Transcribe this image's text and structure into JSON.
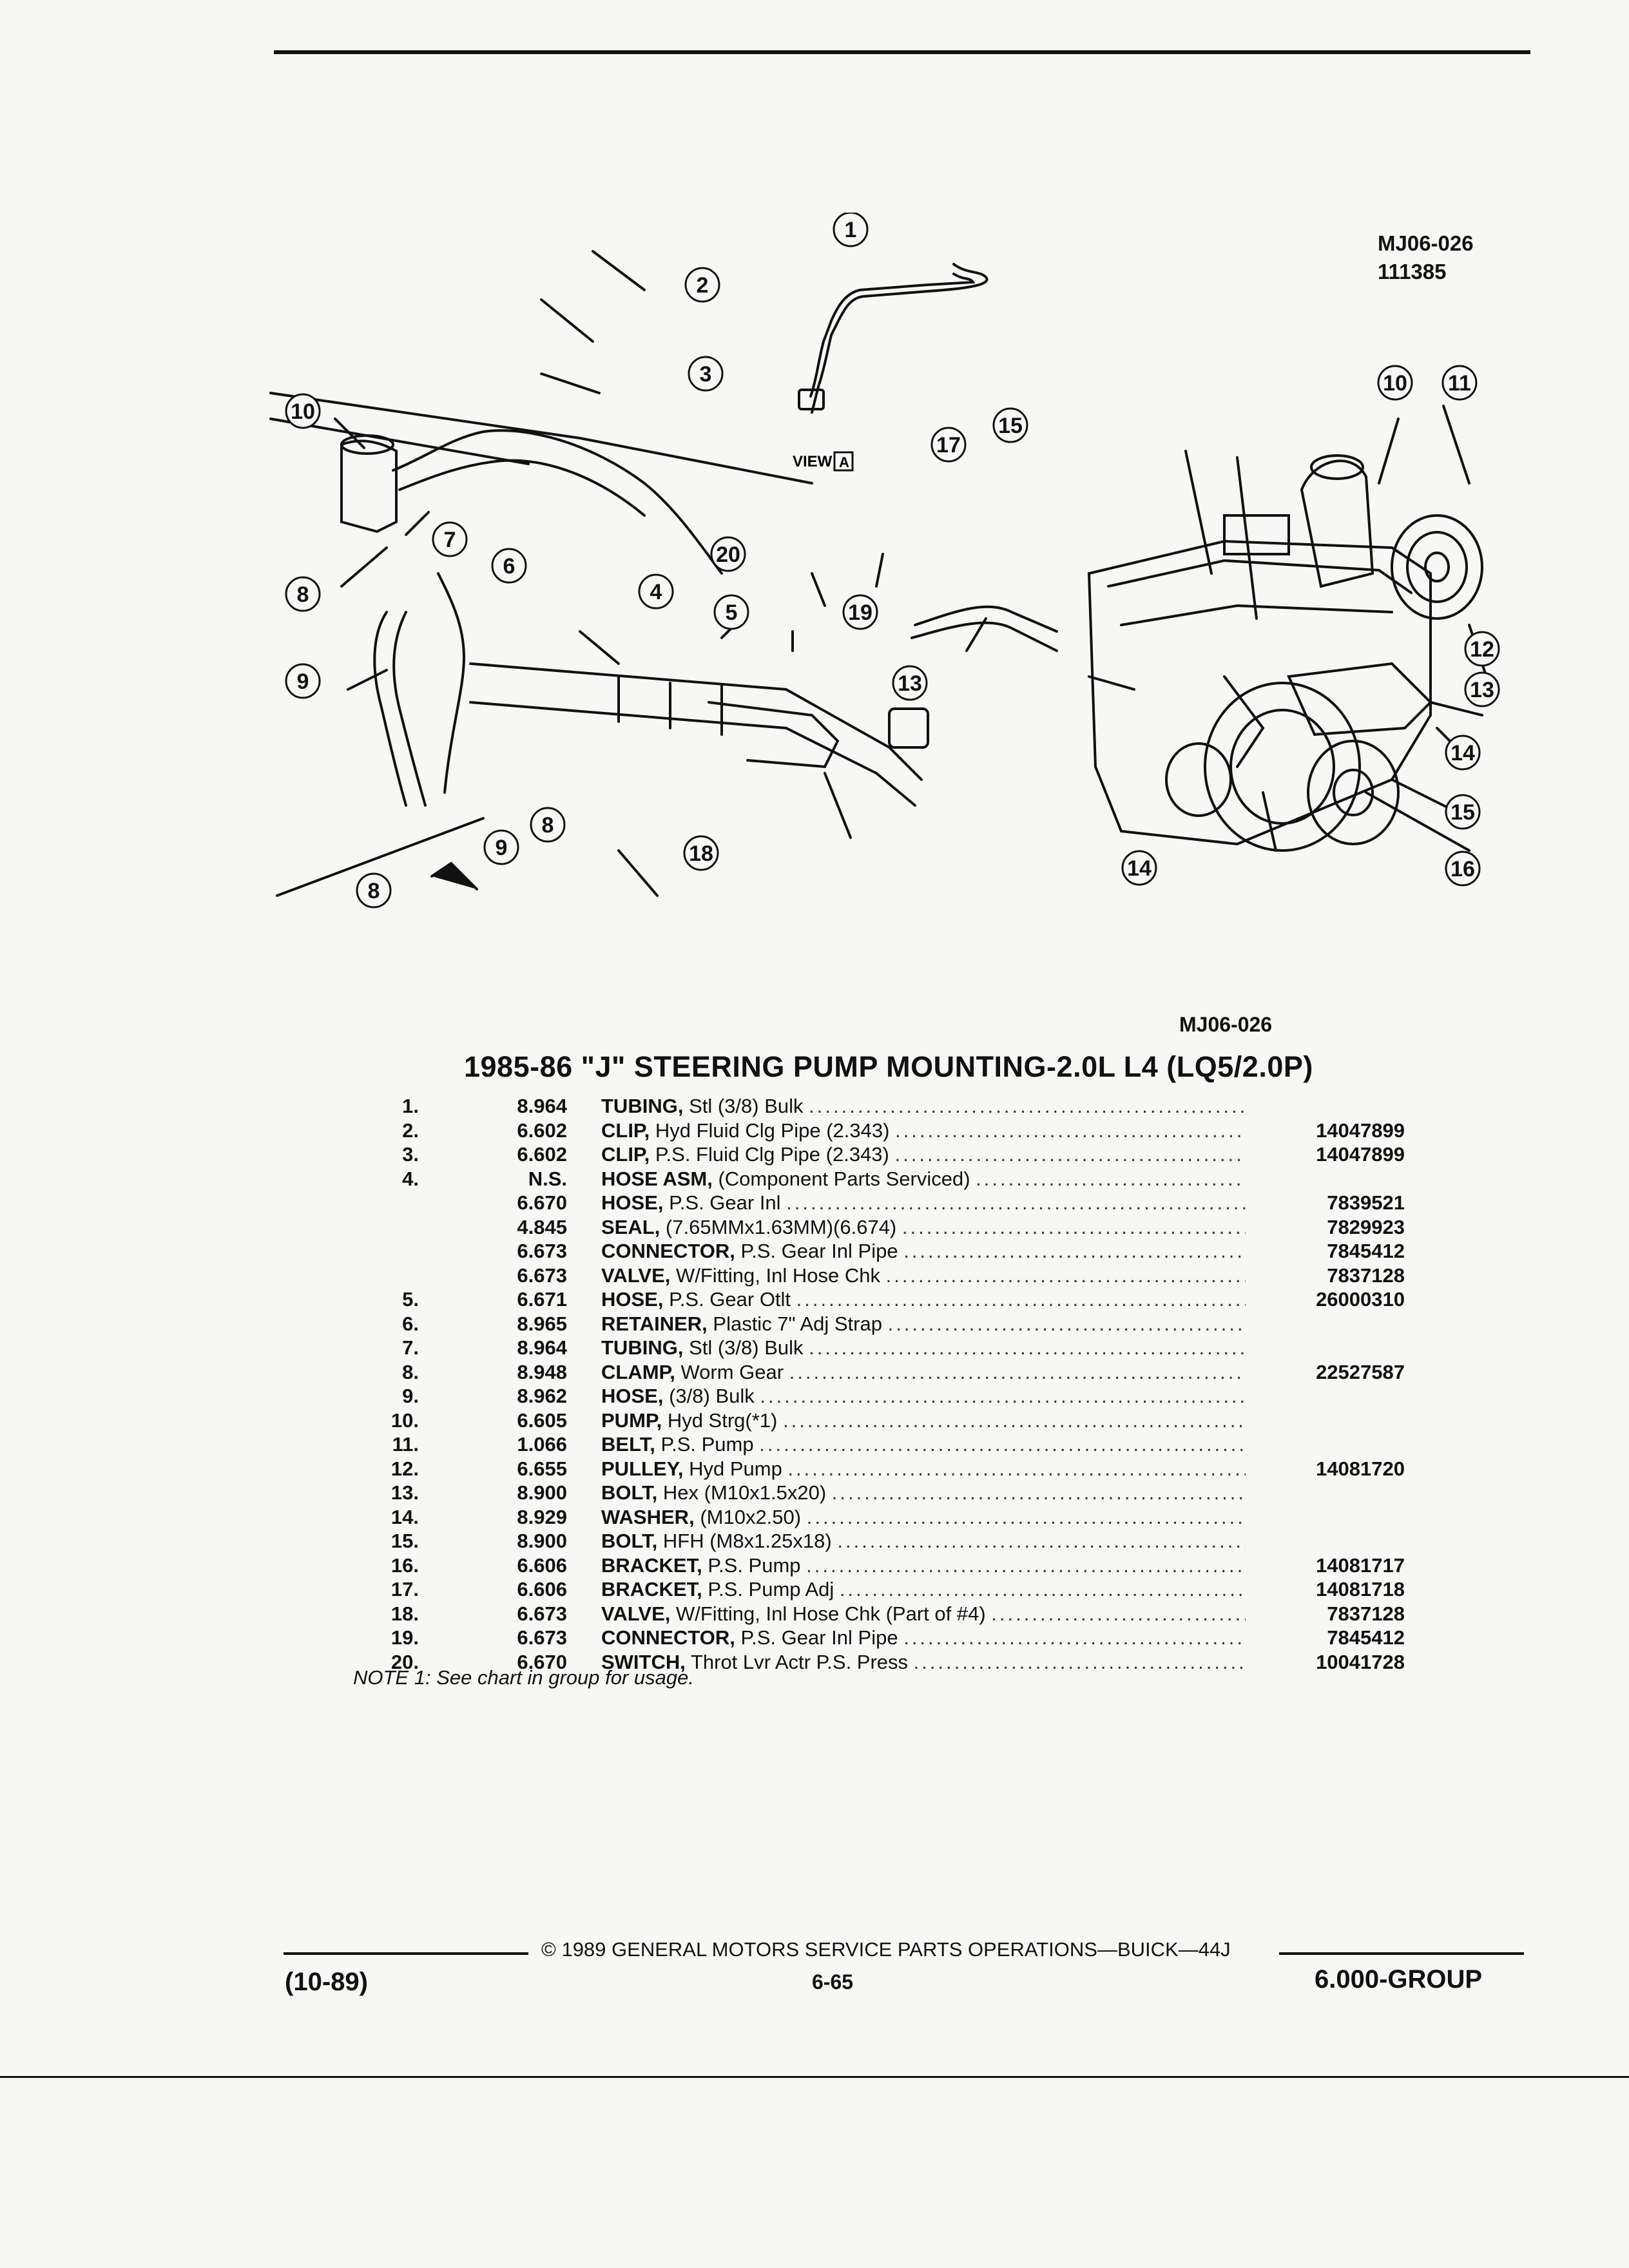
{
  "figure": {
    "id": "MJ06-026",
    "number": "111385",
    "caption": "MJ06-026",
    "view_label": "VIEW",
    "view_letter": "A"
  },
  "callouts": [
    "1",
    "2",
    "3",
    "4",
    "5",
    "6",
    "7",
    "8",
    "9",
    "10",
    "11",
    "12",
    "13",
    "14",
    "15",
    "16",
    "17",
    "18",
    "19",
    "20"
  ],
  "title": "1985-86 \"J\" STEERING PUMP MOUNTING-2.0L L4 (LQ5/2.0P)",
  "parts": [
    {
      "index": "1.",
      "code": "8.964",
      "name": "TUBING,",
      "detail": "Stl (3/8) Bulk",
      "part_no": ""
    },
    {
      "index": "2.",
      "code": "6.602",
      "name": "CLIP,",
      "detail": "Hyd Fluid Clg Pipe (2.343)",
      "part_no": "14047899"
    },
    {
      "index": "3.",
      "code": "6.602",
      "name": "CLIP,",
      "detail": "P.S. Fluid Clg Pipe (2.343)",
      "part_no": "14047899"
    },
    {
      "index": "4.",
      "code": "N.S.",
      "name": "HOSE ASM,",
      "detail": "(Component Parts Serviced)",
      "part_no": ""
    },
    {
      "index": "",
      "code": "6.670",
      "name": "HOSE,",
      "detail": "P.S. Gear Inl",
      "part_no": "7839521"
    },
    {
      "index": "",
      "code": "4.845",
      "name": "SEAL,",
      "detail": "(7.65MMx1.63MM)(6.674)",
      "part_no": "7829923"
    },
    {
      "index": "",
      "code": "6.673",
      "name": "CONNECTOR,",
      "detail": "P.S. Gear Inl Pipe",
      "part_no": "7845412"
    },
    {
      "index": "",
      "code": "6.673",
      "name": "VALVE,",
      "detail": "W/Fitting, Inl Hose Chk",
      "part_no": "7837128"
    },
    {
      "index": "5.",
      "code": "6.671",
      "name": "HOSE,",
      "detail": "P.S. Gear Otlt",
      "part_no": "26000310"
    },
    {
      "index": "6.",
      "code": "8.965",
      "name": "RETAINER,",
      "detail": "Plastic 7\" Adj Strap",
      "part_no": ""
    },
    {
      "index": "7.",
      "code": "8.964",
      "name": "TUBING,",
      "detail": "Stl (3/8) Bulk",
      "part_no": ""
    },
    {
      "index": "8.",
      "code": "8.948",
      "name": "CLAMP,",
      "detail": "Worm Gear",
      "part_no": "22527587"
    },
    {
      "index": "9.",
      "code": "8.962",
      "name": "HOSE,",
      "detail": "(3/8) Bulk",
      "part_no": ""
    },
    {
      "index": "10.",
      "code": "6.605",
      "name": "PUMP,",
      "detail": "Hyd Strg(*1)",
      "part_no": ""
    },
    {
      "index": "11.",
      "code": "1.066",
      "name": "BELT,",
      "detail": "P.S. Pump",
      "part_no": ""
    },
    {
      "index": "12.",
      "code": "6.655",
      "name": "PULLEY,",
      "detail": "Hyd Pump",
      "part_no": "14081720"
    },
    {
      "index": "13.",
      "code": "8.900",
      "name": "BOLT,",
      "detail": "Hex (M10x1.5x20)",
      "part_no": ""
    },
    {
      "index": "14.",
      "code": "8.929",
      "name": "WASHER,",
      "detail": "(M10x2.50)",
      "part_no": ""
    },
    {
      "index": "15.",
      "code": "8.900",
      "name": "BOLT,",
      "detail": "HFH (M8x1.25x18)",
      "part_no": ""
    },
    {
      "index": "16.",
      "code": "6.606",
      "name": "BRACKET,",
      "detail": "P.S. Pump",
      "part_no": "14081717"
    },
    {
      "index": "17.",
      "code": "6.606",
      "name": "BRACKET,",
      "detail": "P.S. Pump Adj",
      "part_no": "14081718"
    },
    {
      "index": "18.",
      "code": "6.673",
      "name": "VALVE,",
      "detail": "W/Fitting, Inl Hose Chk (Part of #4)",
      "part_no": "7837128"
    },
    {
      "index": "19.",
      "code": "6.673",
      "name": "CONNECTOR,",
      "detail": "P.S. Gear Inl Pipe",
      "part_no": "7845412"
    },
    {
      "index": "20.",
      "code": "6.670",
      "name": "SWITCH,",
      "detail": "Throt Lvr Actr P.S. Press",
      "part_no": "10041728"
    }
  ],
  "note": "NOTE 1: See chart in group for usage.",
  "footer": {
    "copyright": "© 1989 GENERAL MOTORS SERVICE PARTS OPERATIONS—BUICK—44J",
    "date": "(10-89)",
    "page": "6-65",
    "group": "6.000-GROUP"
  }
}
